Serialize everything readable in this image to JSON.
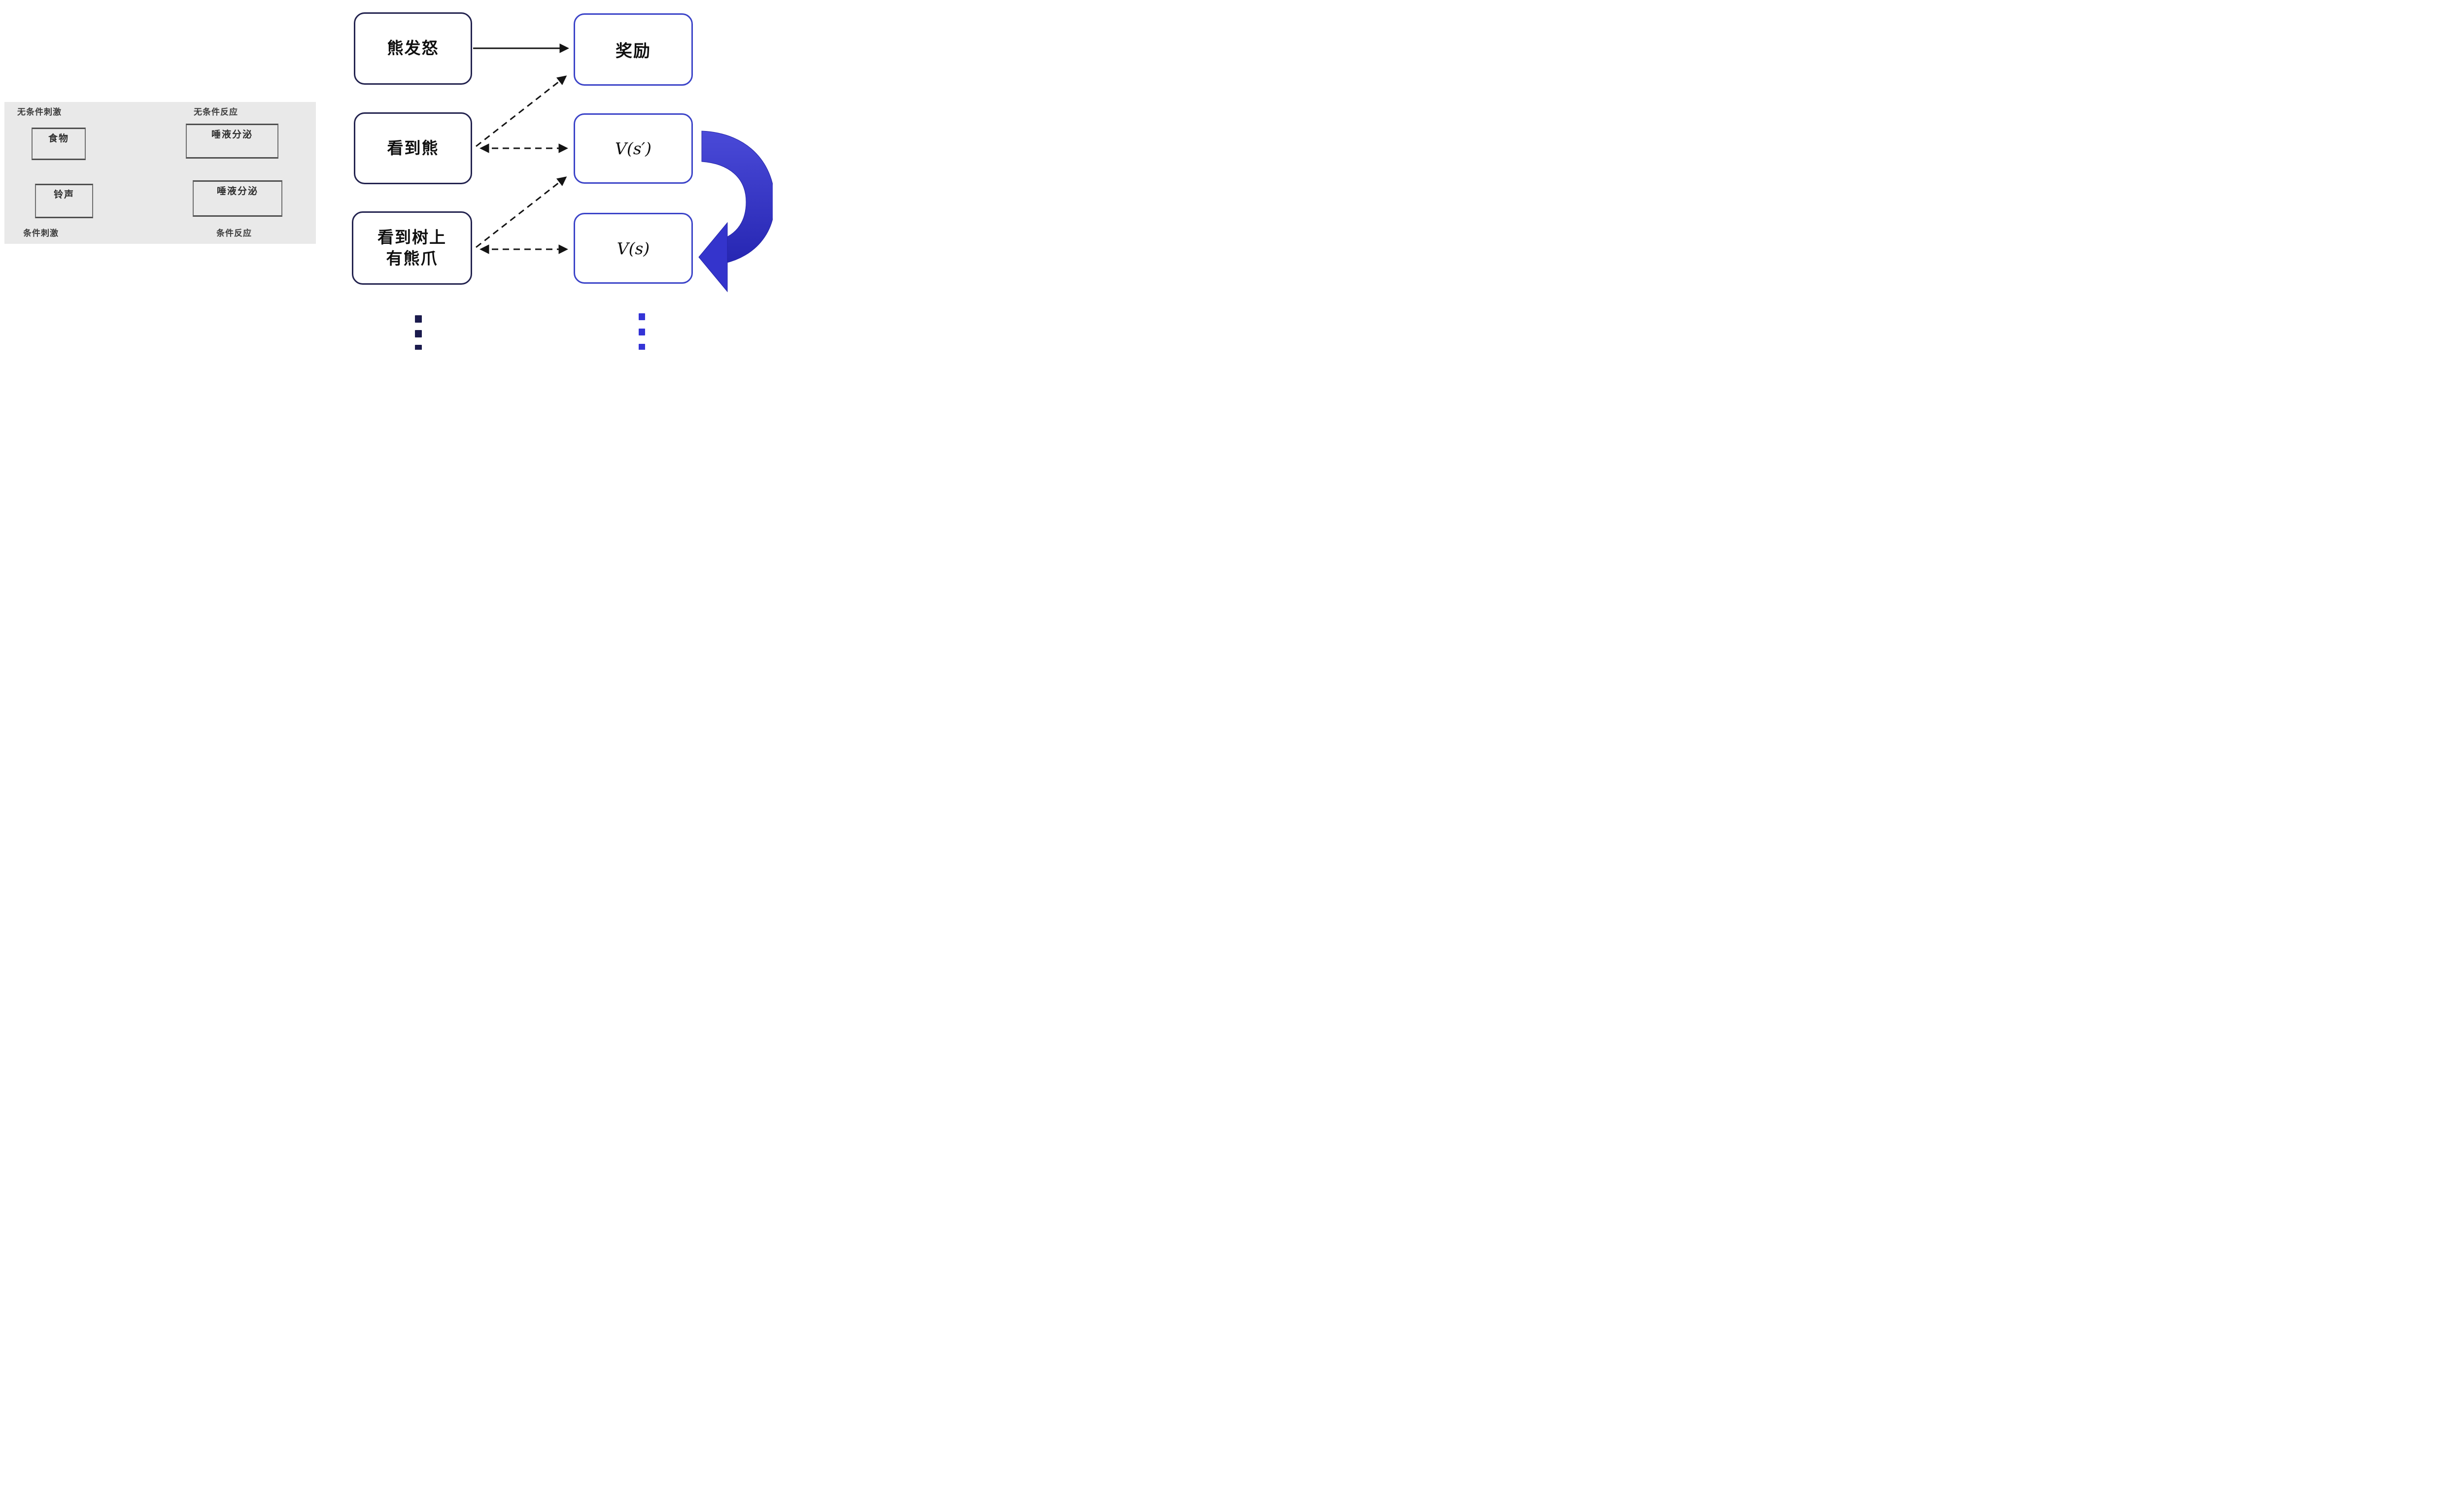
{
  "left_panel": {
    "unconditioned_stimulus_label": "无条件刺激",
    "unconditioned_response_label": "无条件反应",
    "food_box": "食物",
    "salivation_box_top": "唾液分泌",
    "bell_box": "铃声",
    "salivation_box_bottom": "唾液分泌",
    "conditioned_stimulus_label": "条件刺激",
    "conditioned_response_label": "条件反应"
  },
  "rl_diagram": {
    "bear_angry_box": "熊发怒",
    "reward_box": "奖励",
    "see_bear_box": "看到熊",
    "value_next_state_box": "V(s′)",
    "see_claws_box_line1": "看到树上",
    "see_claws_box_line2": "有熊爪",
    "value_state_box": "V(s)"
  },
  "colors": {
    "panel_bg": "#e9e9e9",
    "panel_box_border": "#6e6e6e",
    "panel_text": "#2e2e2e",
    "arrow_gray": "#3c3c3c",
    "dark_box_border": "#23234f",
    "blue_box_border": "#3c44c8",
    "arrow_black": "#141414",
    "ribbon_blue": "#3434cc",
    "ribbon_blue_dark": "#2424a8",
    "left_dots": "#1b1b4d",
    "right_dots": "#3434d6"
  }
}
